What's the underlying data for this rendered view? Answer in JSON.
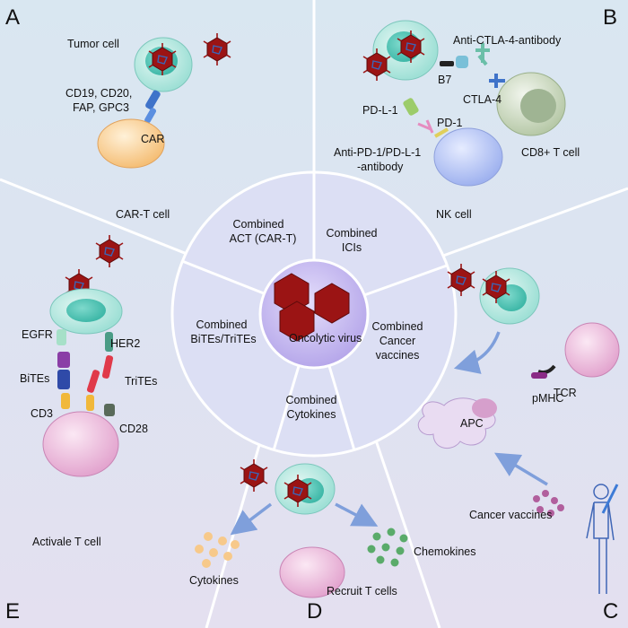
{
  "panels": {
    "a": {
      "letter": "A",
      "tumor_cell": "Tumor cell",
      "antigens_1": "CD19, CD20,",
      "antigens_2": "FAP, GPC3",
      "car": "CAR",
      "cart_cell": "CAR-T cell"
    },
    "b": {
      "letter": "B",
      "anti_ctla4": "Anti-CTLA-4-antibody",
      "b7": "B7",
      "ctla4": "CTLA-4",
      "pdl1": "PD-L-1",
      "pd1": "PD-1",
      "anti_pd1_1": "Anti-PD-1/PD-L-1",
      "anti_pd1_2": "-antibody",
      "cd8": "CD8+ T cell",
      "nk": "NK cell"
    },
    "c": {
      "letter": "C",
      "tcr": "TCR",
      "pmhc": "pMHC",
      "apc": "APC",
      "vaccines": "Cancer vaccines"
    },
    "d": {
      "letter": "D",
      "cytokines": "Cytokines",
      "chemokines": "Chemokines",
      "recruit": "Recruit T cells"
    },
    "e": {
      "letter": "E",
      "egfr": "EGFR",
      "her2": "HER2",
      "bites": "BiTEs",
      "trites": "TriTEs",
      "cd3": "CD3",
      "cd28": "CD28",
      "activate": "Activale T cell"
    }
  },
  "center": {
    "virus": "Oncolytic virus",
    "act_1": "Combined",
    "act_2": "ACT (CAR-T)",
    "ici_1": "Combined",
    "ici_2": "ICIs",
    "vac_1": "Combined",
    "vac_2": "Cancer",
    "vac_3": "vaccines",
    "cyt_1": "Combined",
    "cyt_2": "Cytokines",
    "bite_1": "Combined",
    "bite_2": "BiTEs/TriTEs"
  },
  "colors": {
    "virus": "#9b1414",
    "tumor_cell": "#a8e6db",
    "cart_cell": "#f6c98a",
    "nk_cell": "#b4c4f2",
    "cd8_cell": "#c9d8bd",
    "t_cell": "#eab4d8",
    "arrow": "#7f9fdb"
  }
}
